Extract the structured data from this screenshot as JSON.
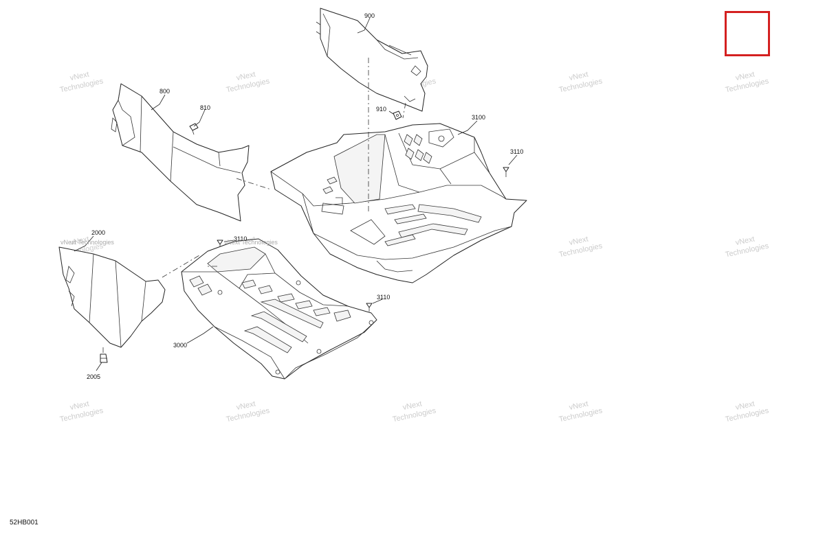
{
  "diagram_code": "52HB001",
  "watermark": {
    "line1": "vNext",
    "line2": "Technologies",
    "small": "vNext Technologies"
  },
  "select_box_color": "#d42020",
  "callouts": {
    "p900": "900",
    "p910": "910",
    "p800": "800",
    "p810": "810",
    "p3100": "3100",
    "p3110a": "3110",
    "p3110b": "3110",
    "p3110c": "3110",
    "p2000": "2000",
    "p2005": "2005",
    "p3000": "3000"
  }
}
